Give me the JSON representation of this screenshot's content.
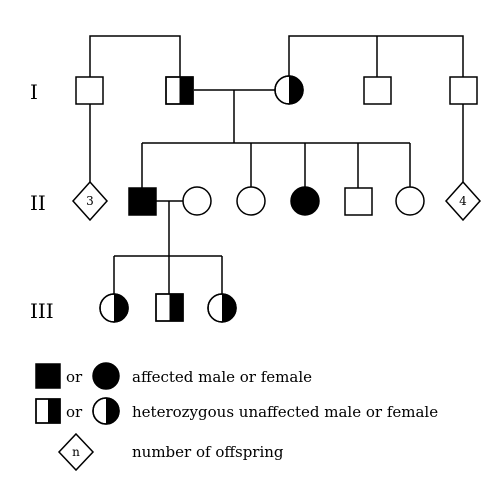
{
  "generations": [
    "I",
    "II",
    "III"
  ],
  "offspring_counts": {
    "left_group": "3",
    "right_group": "4"
  },
  "legend": {
    "or_text": "or",
    "affected": "affected male or female",
    "heterozygous": "heterozygous unaffected male or female",
    "offspring_symbol": "n",
    "offspring": "number of offspring"
  },
  "colors": {
    "ink": "#000000",
    "background": "#ffffff"
  }
}
